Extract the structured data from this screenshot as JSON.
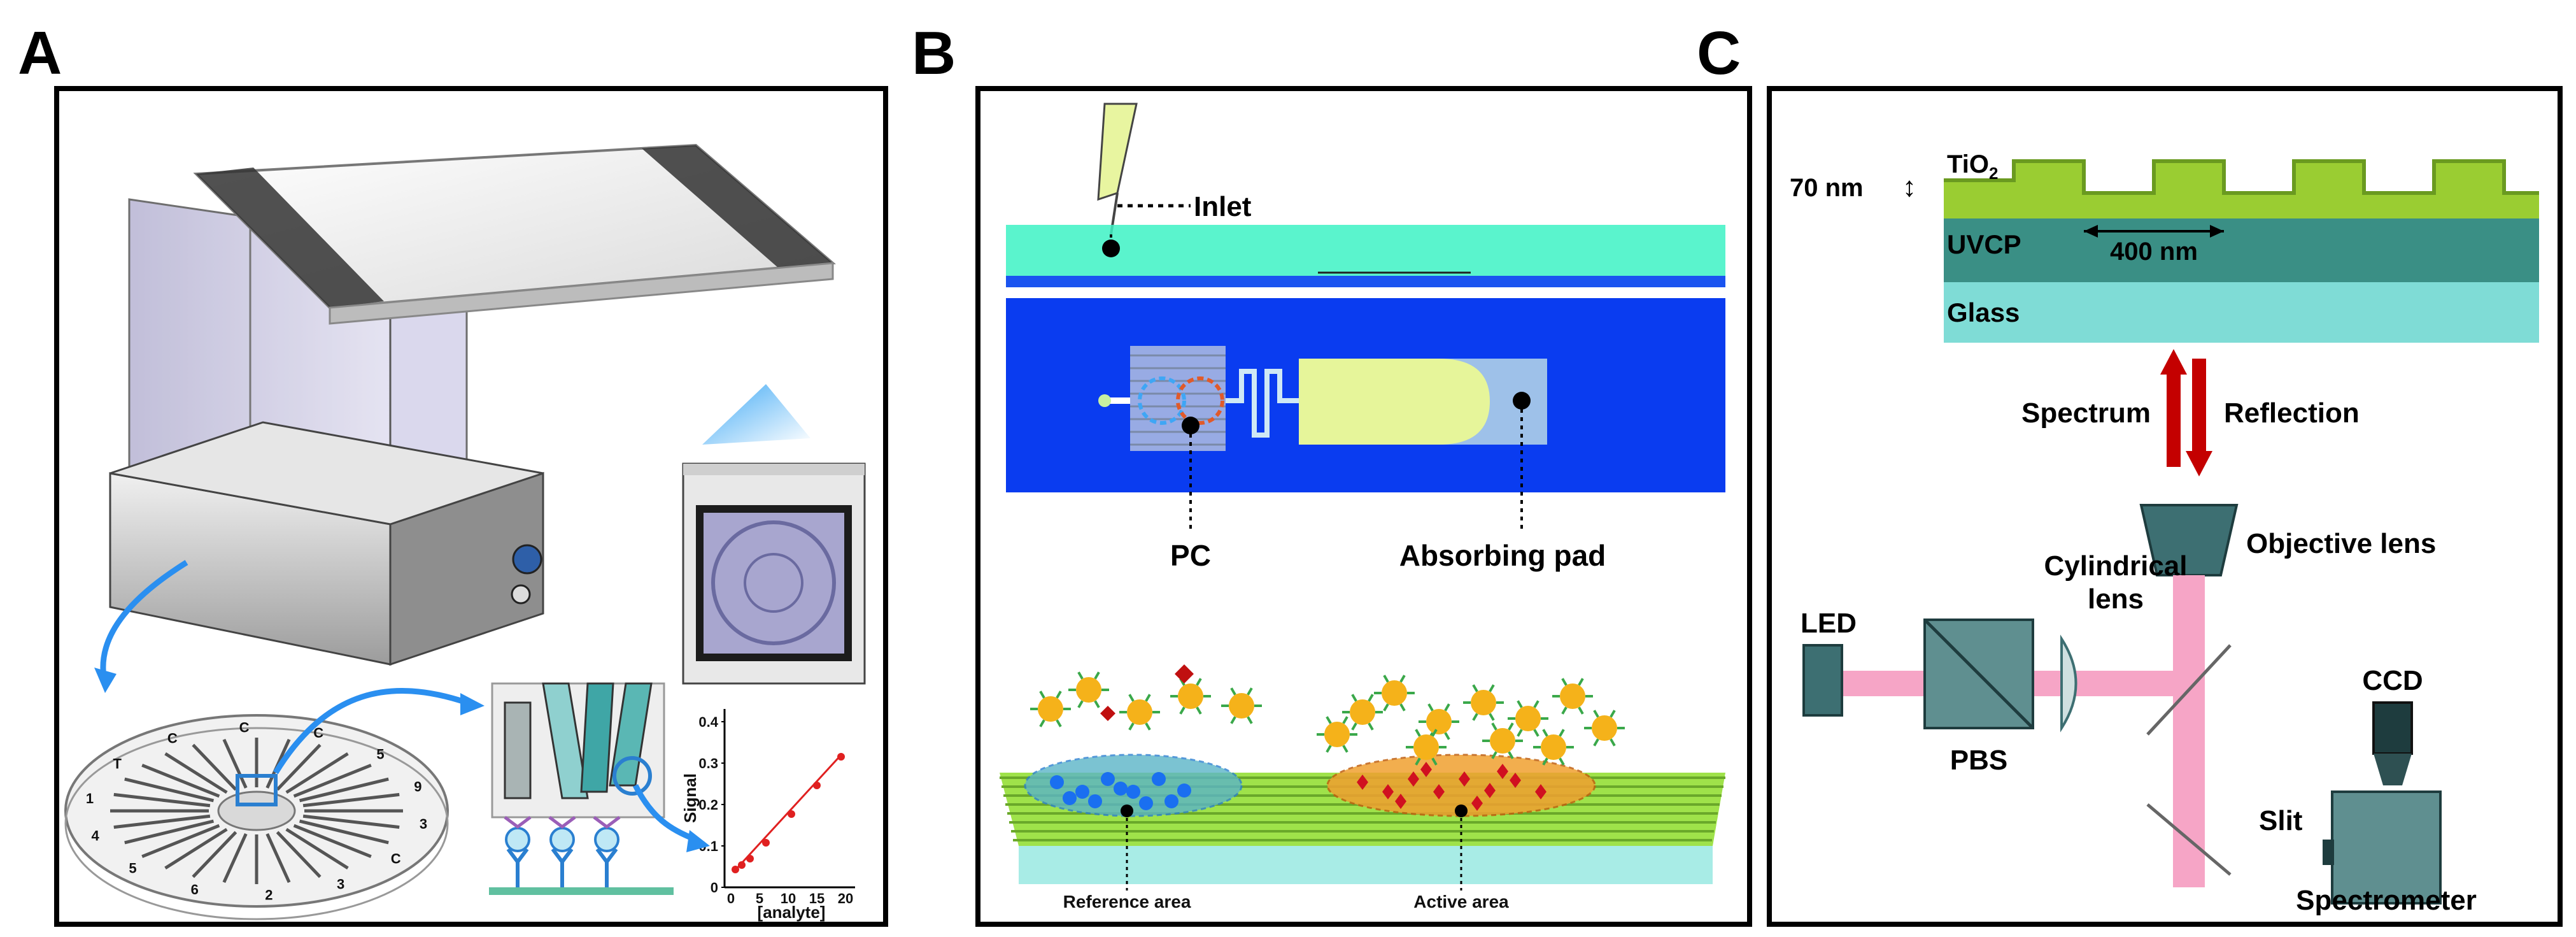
{
  "panels": {
    "a": {
      "letter": "A"
    },
    "b": {
      "letter": "B"
    },
    "c": {
      "letter": "C"
    }
  },
  "panel_a": {
    "plot_ylabel": "Signal",
    "plot_xlabel": "[analyte]",
    "yticks": [
      "0",
      "0.1",
      "0.2",
      "0.3",
      "0.4"
    ],
    "xticks": [
      "0",
      "5",
      "10",
      "15",
      "20"
    ],
    "disc_labels": [
      "C",
      "3",
      "2",
      "6",
      "5",
      "4",
      "1",
      "T",
      "C",
      "C",
      "C",
      "5",
      "9",
      "3"
    ]
  },
  "panel_b": {
    "inlet": "Inlet",
    "pc": "PC",
    "absorbing_pad": "Absorbing pad",
    "reference_area": "Reference area",
    "active_area": "Active area"
  },
  "panel_c": {
    "tio2_main": "TiO",
    "tio2_sub": "2",
    "thickness": "70 nm",
    "uvcp": "UVCP",
    "period": "400 nm",
    "glass": "Glass",
    "spectrum": "Spectrum",
    "reflection": "Reflection",
    "objective": "Objective lens",
    "cylindrical_1": "Cylindrical",
    "cylindrical_2": "lens",
    "led": "LED",
    "pbs": "PBS",
    "ccd": "CCD",
    "slit": "Slit",
    "spectrometer": "Spectrometer"
  },
  "colors": {
    "tio2_green": "#9acd32",
    "uvcp_teal": "#3a8f85",
    "glass_cyan": "#7fdcd6",
    "beam_pink": "#f6a5c6",
    "arrow_red": "#c40000",
    "chip_blue": "#0a3cf0",
    "chip_cyan": "#3df2c4",
    "pad_yellow": "#e6f59a",
    "optic_gray": "#3d6f72"
  }
}
